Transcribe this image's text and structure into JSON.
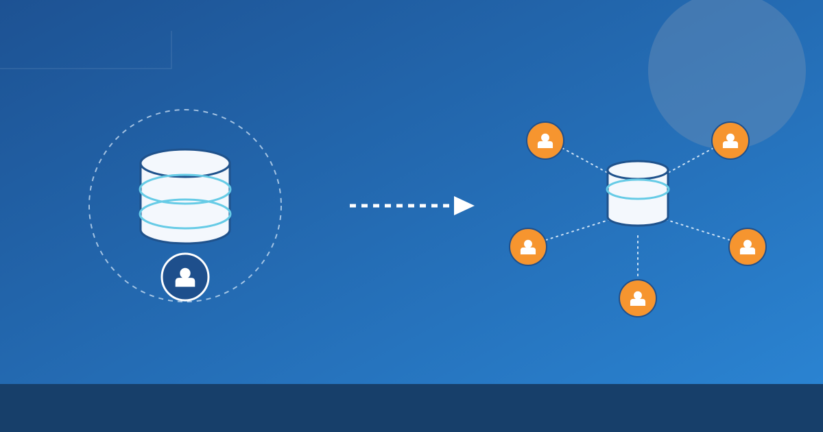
{
  "colors": {
    "background_start": "#1d5293",
    "background_end": "#2b86d5",
    "footer_band": "#173f6a",
    "database_fill": "#f4f8fd",
    "database_outline": "#1f528c",
    "database_ring": "#66cbe6",
    "user_orange": "#f6952f",
    "user_navy": "#1e4f8c",
    "user_glyph": "#ffffff",
    "connector": "#cfe3f6",
    "arrow": "#ffffff",
    "decor_circle": "#6b8fb6"
  },
  "icons": {
    "single_database": "database-icon",
    "single_user": "user-icon",
    "hub_database": "database-icon",
    "hub_users": "user-icon",
    "transition": "arrow-right-icon"
  },
  "diagram": {
    "left_group": {
      "database_count": 1,
      "user_count": 1,
      "user_style": "navy"
    },
    "right_group": {
      "database_count": 1,
      "user_count": 5,
      "user_style": "orange",
      "user_positions": [
        "top-left",
        "top-right",
        "middle-left",
        "middle-right",
        "bottom"
      ]
    }
  }
}
